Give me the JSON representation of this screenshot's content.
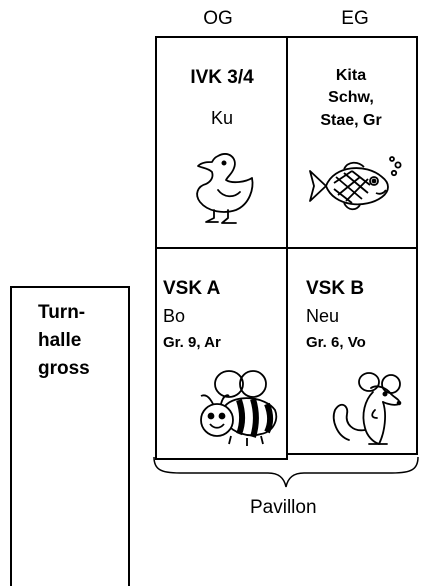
{
  "floors": {
    "og": "OG",
    "eg": "EG"
  },
  "rooms": {
    "ivk": {
      "title": "IVK 3/4",
      "sub": "Ku",
      "icon": "duck-icon"
    },
    "kita": {
      "line1": "Kita",
      "line2": "Schw,",
      "line3": "Stae, Gr",
      "icon": "fish-icon"
    },
    "vska": {
      "title": "VSK A",
      "sub": "Bo",
      "group": "Gr. 9, Ar",
      "icon": "bee-icon"
    },
    "vskb": {
      "title": "VSK B",
      "sub": "Neu",
      "group": "Gr. 6, Vo",
      "icon": "mouse-icon"
    }
  },
  "turnhalle": {
    "line1": "Turn-",
    "line2": "halle",
    "line3": "gross"
  },
  "pavillon": {
    "label": "Pavillon"
  }
}
